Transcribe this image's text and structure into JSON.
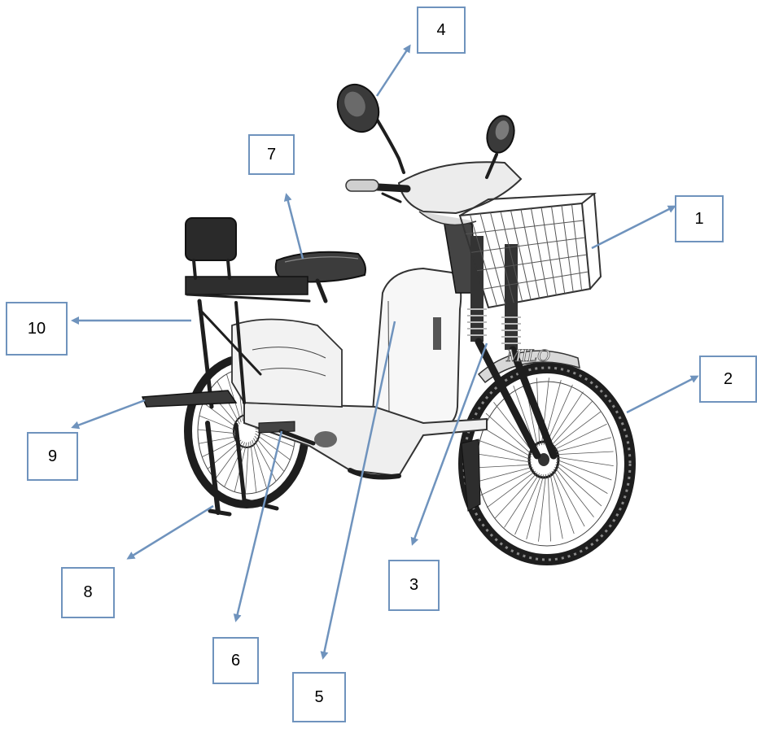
{
  "diagram": {
    "callouts": [
      {
        "id": "1",
        "text": "1"
      },
      {
        "id": "2",
        "text": "2"
      },
      {
        "id": "3",
        "text": "3"
      },
      {
        "id": "4",
        "text": "4"
      },
      {
        "id": "5",
        "text": "5"
      },
      {
        "id": "6",
        "text": "6"
      },
      {
        "id": "7",
        "text": "7"
      },
      {
        "id": "8",
        "text": "8"
      },
      {
        "id": "9",
        "text": "9"
      },
      {
        "id": "10",
        "text": "10"
      }
    ],
    "brand_mark": "MILO",
    "colors": {
      "callout_border": "#6f93bd",
      "arrow": "#6f93bd",
      "ink": "#1e1e1e"
    }
  }
}
